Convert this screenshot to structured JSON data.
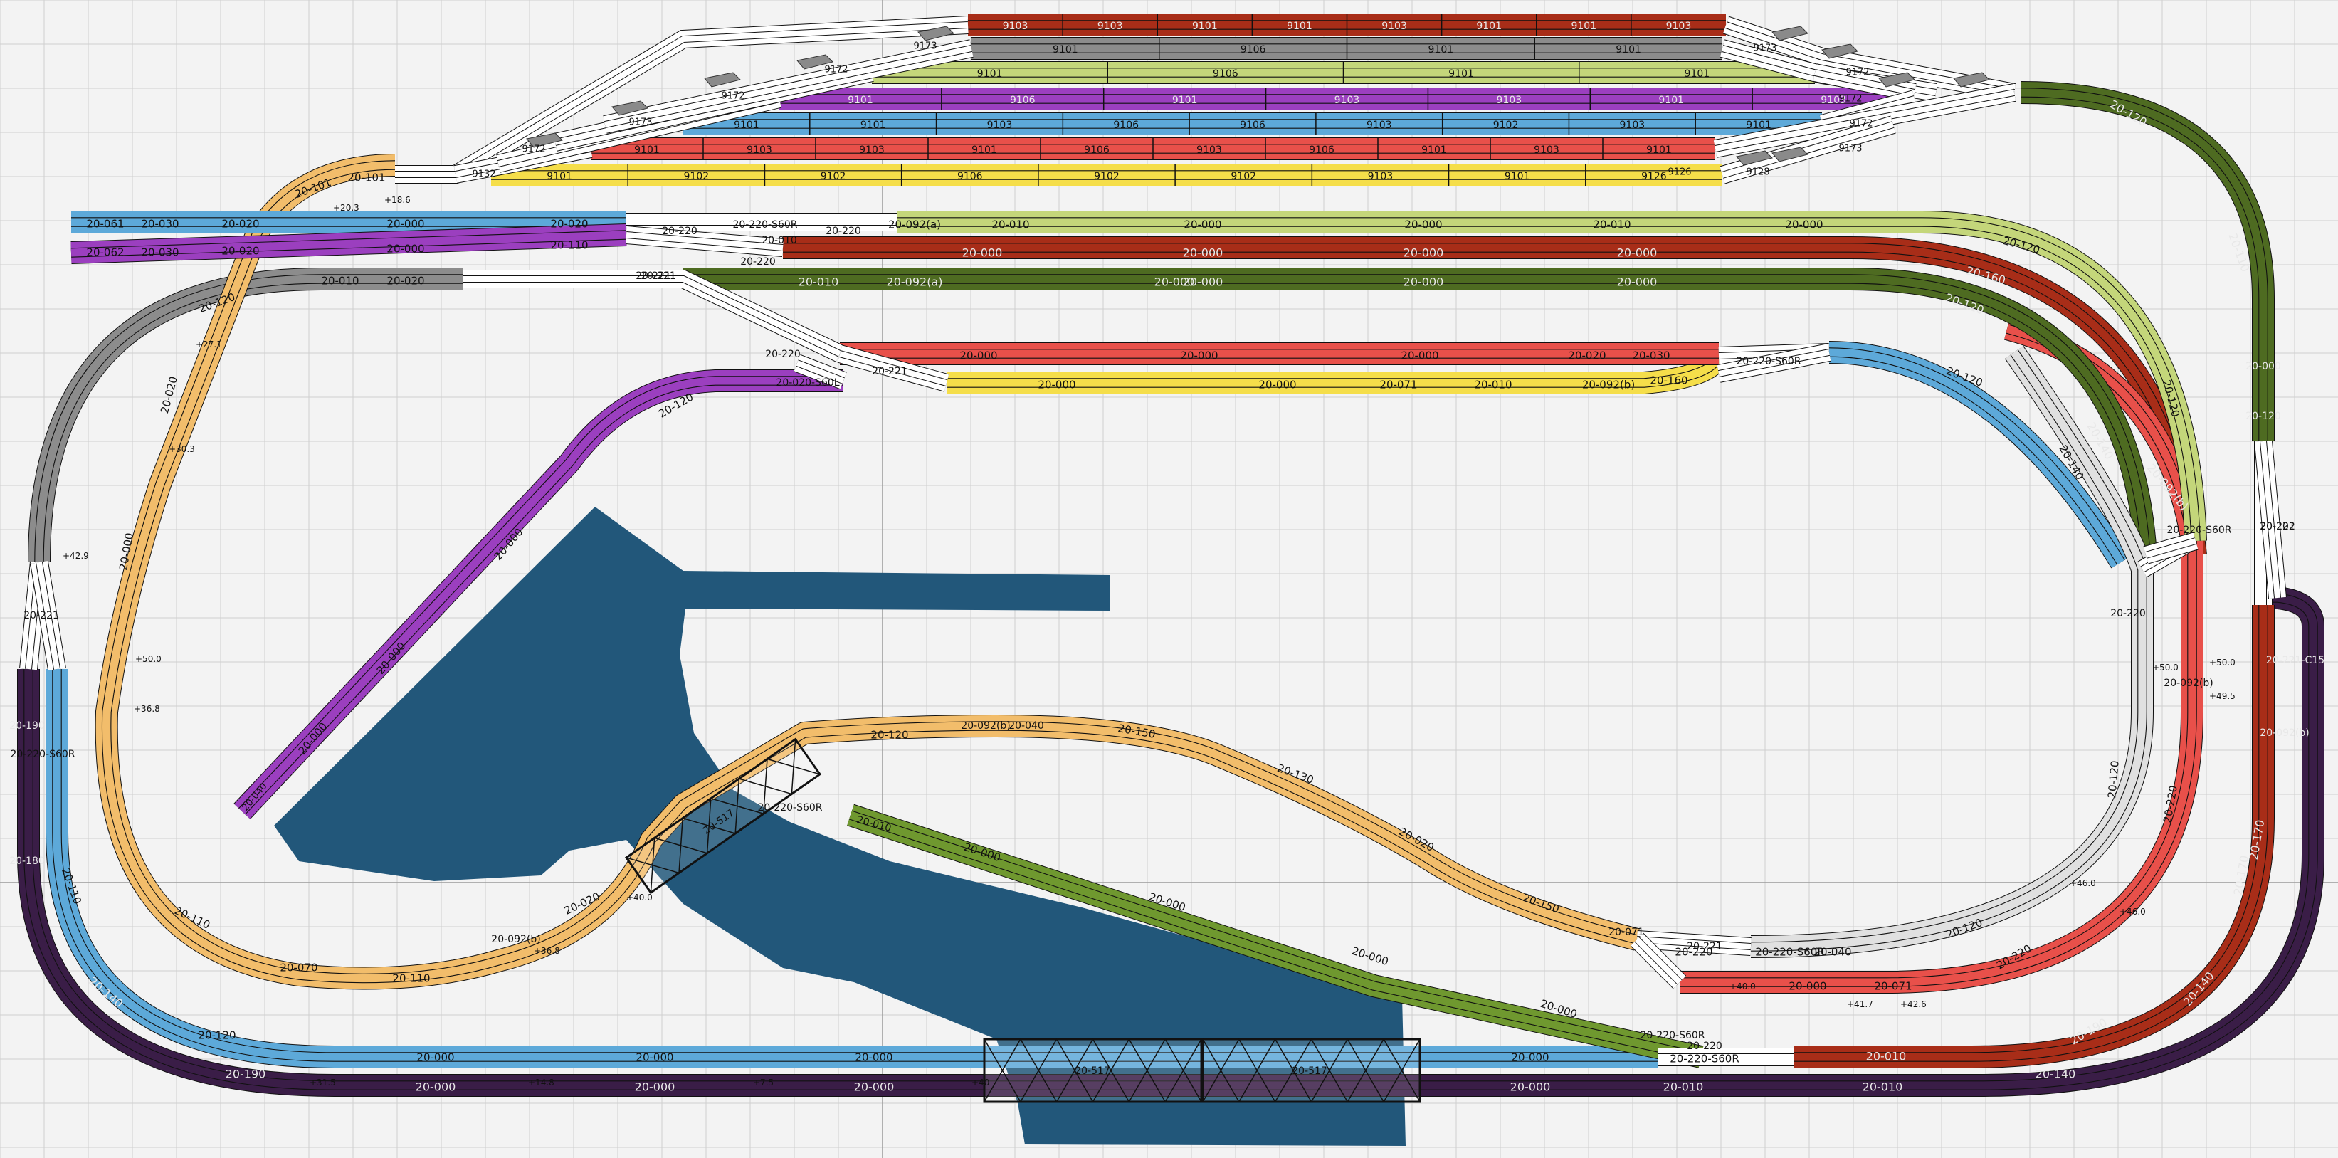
{
  "colors": {
    "background": "#f3f3f3",
    "grid": "#cfcfcf",
    "grid_major": "#9a9a9a",
    "water": "#22577a",
    "blue": "#5da9d9",
    "purple": "#9b3fbf",
    "dark_purple": "#3a1d47",
    "orange": "#f2bd6b",
    "dark_red": "#a82d18",
    "light_red": "#e8504a",
    "olive": "#4e6b21",
    "lime": "#c4d67a",
    "light_green": "#6f982f",
    "gray": "#8c8c8c",
    "light_gray": "#e0e0e0",
    "yellow": "#f5de4a",
    "white_track": "#ffffff",
    "marker": "#8a8a8a"
  },
  "tracks": [
    {
      "id": "dark-purple-loop",
      "color": "dark_purple",
      "labels": [
        {
          "text": "20-190",
          "color": "light"
        },
        {
          "text": "20-000",
          "color": "light"
        },
        {
          "text": "20-000",
          "color": "light"
        },
        {
          "text": "20-000",
          "color": "light"
        },
        {
          "text": "20-000",
          "color": "light"
        },
        {
          "text": "20-010",
          "color": "light"
        },
        {
          "text": "20-010",
          "color": "light"
        },
        {
          "text": "20-140",
          "color": "light"
        },
        {
          "text": "20-140",
          "color": "light"
        },
        {
          "text": "20-170",
          "color": "light"
        },
        {
          "text": "20-092(b)",
          "color": "light"
        },
        {
          "text": "20-221-C15",
          "color": "light"
        },
        {
          "text": "20-190",
          "color": "light"
        },
        {
          "text": "20-180",
          "color": "light"
        },
        {
          "text": "20-140",
          "color": "light"
        }
      ]
    },
    {
      "id": "blue-loop",
      "color": "blue",
      "labels": [
        {
          "text": "20-120",
          "color": "dark"
        },
        {
          "text": "20-000",
          "color": "dark"
        },
        {
          "text": "20-000",
          "color": "dark"
        },
        {
          "text": "20-000",
          "color": "dark"
        },
        {
          "text": "20-000",
          "color": "dark"
        },
        {
          "text": "20-220-S60R",
          "color": "dark"
        },
        {
          "text": "20-120",
          "color": "dark"
        },
        {
          "text": "20-140",
          "color": "dark"
        },
        {
          "text": "20-220-S60R",
          "color": "dark"
        },
        {
          "text": "20-110",
          "color": "dark"
        }
      ]
    },
    {
      "id": "orange-route",
      "color": "orange",
      "labels": [
        {
          "text": "20-101",
          "color": "dark"
        },
        {
          "text": "20-101",
          "color": "dark"
        },
        {
          "text": "20-020",
          "color": "dark"
        },
        {
          "text": "20-000",
          "color": "dark"
        },
        {
          "text": "20-110",
          "color": "dark"
        },
        {
          "text": "20-070",
          "color": "dark"
        },
        {
          "text": "20-110",
          "color": "dark"
        },
        {
          "text": "20-092(b)",
          "color": "dark"
        },
        {
          "text": "20-020",
          "color": "dark"
        },
        {
          "text": "20-120",
          "color": "dark"
        },
        {
          "text": "20-092(b)",
          "color": "dark"
        },
        {
          "text": "20-040",
          "color": "dark"
        },
        {
          "text": "20-150",
          "color": "dark"
        },
        {
          "text": "20-130",
          "color": "dark"
        },
        {
          "text": "20-020",
          "color": "dark"
        },
        {
          "text": "20-150",
          "color": "dark"
        },
        {
          "text": "20-071",
          "color": "dark"
        }
      ]
    },
    {
      "id": "gray-loop",
      "color": "gray",
      "labels": [
        {
          "text": "20-010",
          "color": "dark"
        },
        {
          "text": "20-020",
          "color": "dark"
        },
        {
          "text": "20-120",
          "color": "dark"
        },
        {
          "text": "20-221",
          "color": "dark"
        }
      ]
    },
    {
      "id": "light-gray-loop",
      "color": "light_gray",
      "labels": [
        {
          "text": "20-220",
          "color": "dark"
        },
        {
          "text": "20-120",
          "color": "dark"
        },
        {
          "text": "20-120",
          "color": "dark"
        },
        {
          "text": "20-220",
          "color": "dark"
        },
        {
          "text": "20-220-S60R",
          "color": "dark"
        },
        {
          "text": "20-040",
          "color": "dark"
        }
      ]
    },
    {
      "id": "light-red-loop",
      "color": "light_red",
      "labels": [
        {
          "text": "20-000",
          "color": "dark"
        },
        {
          "text": "20-000",
          "color": "dark"
        },
        {
          "text": "20-000",
          "color": "dark"
        },
        {
          "text": "20-030",
          "color": "dark"
        },
        {
          "text": "20-220-S60R",
          "color": "dark"
        },
        {
          "text": "20-220",
          "color": "dark"
        },
        {
          "text": "20-092(b)",
          "color": "dark"
        },
        {
          "text": "20-120",
          "color": "dark"
        },
        {
          "text": "20-220",
          "color": "dark"
        },
        {
          "text": "20-220",
          "color": "dark"
        },
        {
          "text": "20-092(b)",
          "color": "dark"
        },
        {
          "text": "20-071",
          "color": "dark"
        }
      ]
    },
    {
      "id": "dark-red-loop",
      "color": "dark_red",
      "labels": [
        {
          "text": "20-000",
          "color": "light"
        },
        {
          "text": "20-000",
          "color": "light"
        },
        {
          "text": "20-000",
          "color": "light"
        },
        {
          "text": "20-000",
          "color": "light"
        },
        {
          "text": "20-160",
          "color": "light"
        },
        {
          "text": "20-092(b)",
          "color": "light"
        },
        {
          "text": "20-170",
          "color": "light"
        },
        {
          "text": "20-190",
          "color": "light"
        },
        {
          "text": "20-010",
          "color": "light"
        }
      ]
    },
    {
      "id": "olive-loop",
      "color": "olive",
      "labels": [
        {
          "text": "20-010",
          "color": "light"
        },
        {
          "text": "20-092(a)",
          "color": "light"
        },
        {
          "text": "20-000",
          "color": "light"
        },
        {
          "text": "20-000",
          "color": "light"
        },
        {
          "text": "20-000",
          "color": "light"
        },
        {
          "text": "20-000",
          "color": "light"
        },
        {
          "text": "20-120",
          "color": "light"
        },
        {
          "text": "20-140",
          "color": "light"
        },
        {
          "text": "20-120",
          "color": "light"
        },
        {
          "text": "20-110",
          "color": "light"
        },
        {
          "text": "20-000",
          "color": "light"
        },
        {
          "text": "20-120",
          "color": "light"
        },
        {
          "text": "20-000",
          "color": "light"
        },
        {
          "text": "20-202",
          "color": "dark"
        }
      ]
    },
    {
      "id": "lime-line",
      "color": "lime",
      "labels": [
        {
          "text": "20-092(a)",
          "color": "dark"
        },
        {
          "text": "20-010",
          "color": "dark"
        },
        {
          "text": "20-000",
          "color": "dark"
        },
        {
          "text": "20-000",
          "color": "dark"
        },
        {
          "text": "20-010",
          "color": "dark"
        },
        {
          "text": "20-000",
          "color": "dark"
        },
        {
          "text": "20-120",
          "color": "dark"
        },
        {
          "text": "20-120",
          "color": "dark"
        },
        {
          "text": "20-220-S60R",
          "color": "dark"
        }
      ]
    },
    {
      "id": "green-spur",
      "color": "light_green",
      "labels": [
        {
          "text": "20-010",
          "color": "dark"
        },
        {
          "text": "20-000",
          "color": "dark"
        },
        {
          "text": "20-000",
          "color": "dark"
        },
        {
          "text": "20-000",
          "color": "dark"
        },
        {
          "text": "20-000",
          "color": "dark"
        },
        {
          "text": "20-220-S60R",
          "color": "dark"
        }
      ]
    },
    {
      "id": "purple-spur",
      "color": "purple",
      "labels": [
        {
          "text": "20-040",
          "color": "dark"
        },
        {
          "text": "20-000",
          "color": "dark"
        },
        {
          "text": "20-000",
          "color": "dark"
        },
        {
          "text": "20-000",
          "color": "dark"
        },
        {
          "text": "20-120",
          "color": "dark"
        },
        {
          "text": "20-020-S60L",
          "color": "dark"
        }
      ]
    },
    {
      "id": "yellow-inner",
      "color": "yellow",
      "labels": [
        {
          "text": "20-000",
          "color": "dark"
        },
        {
          "text": "20-000",
          "color": "dark"
        },
        {
          "text": "20-071",
          "color": "dark"
        },
        {
          "text": "20-010",
          "color": "dark"
        },
        {
          "text": "20-092(b)",
          "color": "dark"
        },
        {
          "text": "20-160",
          "color": "dark"
        }
      ]
    },
    {
      "id": "red-inner",
      "color": "light_red",
      "labels": [
        {
          "text": "20-000",
          "color": "dark"
        },
        {
          "text": "20-000",
          "color": "dark"
        },
        {
          "text": "20-000",
          "color": "dark"
        },
        {
          "text": "20-020",
          "color": "dark"
        },
        {
          "text": "20-030",
          "color": "dark"
        }
      ]
    },
    {
      "id": "upper-blue",
      "color": "blue",
      "labels": [
        {
          "text": "20-061",
          "color": "dark"
        },
        {
          "text": "20-030",
          "color": "dark"
        },
        {
          "text": "20-020",
          "color": "dark"
        },
        {
          "text": "20-000",
          "color": "dark"
        },
        {
          "text": "20-020",
          "color": "dark"
        }
      ]
    },
    {
      "id": "upper-purple",
      "color": "purple",
      "labels": [
        {
          "text": "20-062",
          "color": "dark"
        },
        {
          "text": "20-030",
          "color": "dark"
        },
        {
          "text": "20-020",
          "color": "dark"
        },
        {
          "text": "20-000",
          "color": "dark"
        },
        {
          "text": "20-110",
          "color": "dark"
        }
      ]
    }
  ],
  "yard": [
    {
      "color": "dark_red",
      "labels": [
        "9103",
        "9103",
        "9101",
        "9101",
        "9103",
        "9101",
        "9101",
        "9103"
      ]
    },
    {
      "color": "gray",
      "labels": [
        "9101",
        "9106",
        "9101",
        "9101"
      ]
    },
    {
      "color": "lime",
      "labels": [
        "9101",
        "9106",
        "9101",
        "9101"
      ]
    },
    {
      "color": "purple",
      "labels": [
        "9101",
        "9106",
        "9101",
        "9103",
        "9103",
        "9101",
        "9103"
      ]
    },
    {
      "color": "blue",
      "labels": [
        "9101",
        "9101",
        "9103",
        "9106",
        "9106",
        "9103",
        "9102",
        "9103",
        "9101"
      ]
    },
    {
      "color": "light_red",
      "labels": [
        "9101",
        "9103",
        "9103",
        "9101",
        "9106",
        "9103",
        "9106",
        "9101",
        "9103",
        "9101"
      ]
    },
    {
      "color": "yellow",
      "labels": [
        "9101",
        "9102",
        "9102",
        "9106",
        "9102",
        "9102",
        "9103",
        "9101",
        "9126"
      ]
    }
  ],
  "turnouts": [
    "9173",
    "9172",
    "9172",
    "9173",
    "9172",
    "9173",
    "9172",
    "9172",
    "9172",
    "9173",
    "9132",
    "9128",
    "9126",
    "20-220",
    "20-220-S60R",
    "20-220",
    "20-221",
    "20-220",
    "20-221",
    "20-010",
    "20-220",
    "20-221",
    "20-220-S60R",
    "20-220",
    "20-221",
    "20-220-S60R",
    "20-221"
  ],
  "bridges": [
    "20-517",
    "20-517",
    "20-517"
  ],
  "elevations": [
    "+18.6",
    "+20.3",
    "+27.1",
    "+30.3",
    "+42.9",
    "+50.0",
    "+36.8",
    "+40.0",
    "+36.8",
    "+7.5",
    "+14.8",
    "+31.5",
    "+40",
    "+46.0",
    "+46.0",
    "+40.0",
    "+41.7",
    "+42.6",
    "+50.0",
    "+50.0",
    "+49.5"
  ]
}
